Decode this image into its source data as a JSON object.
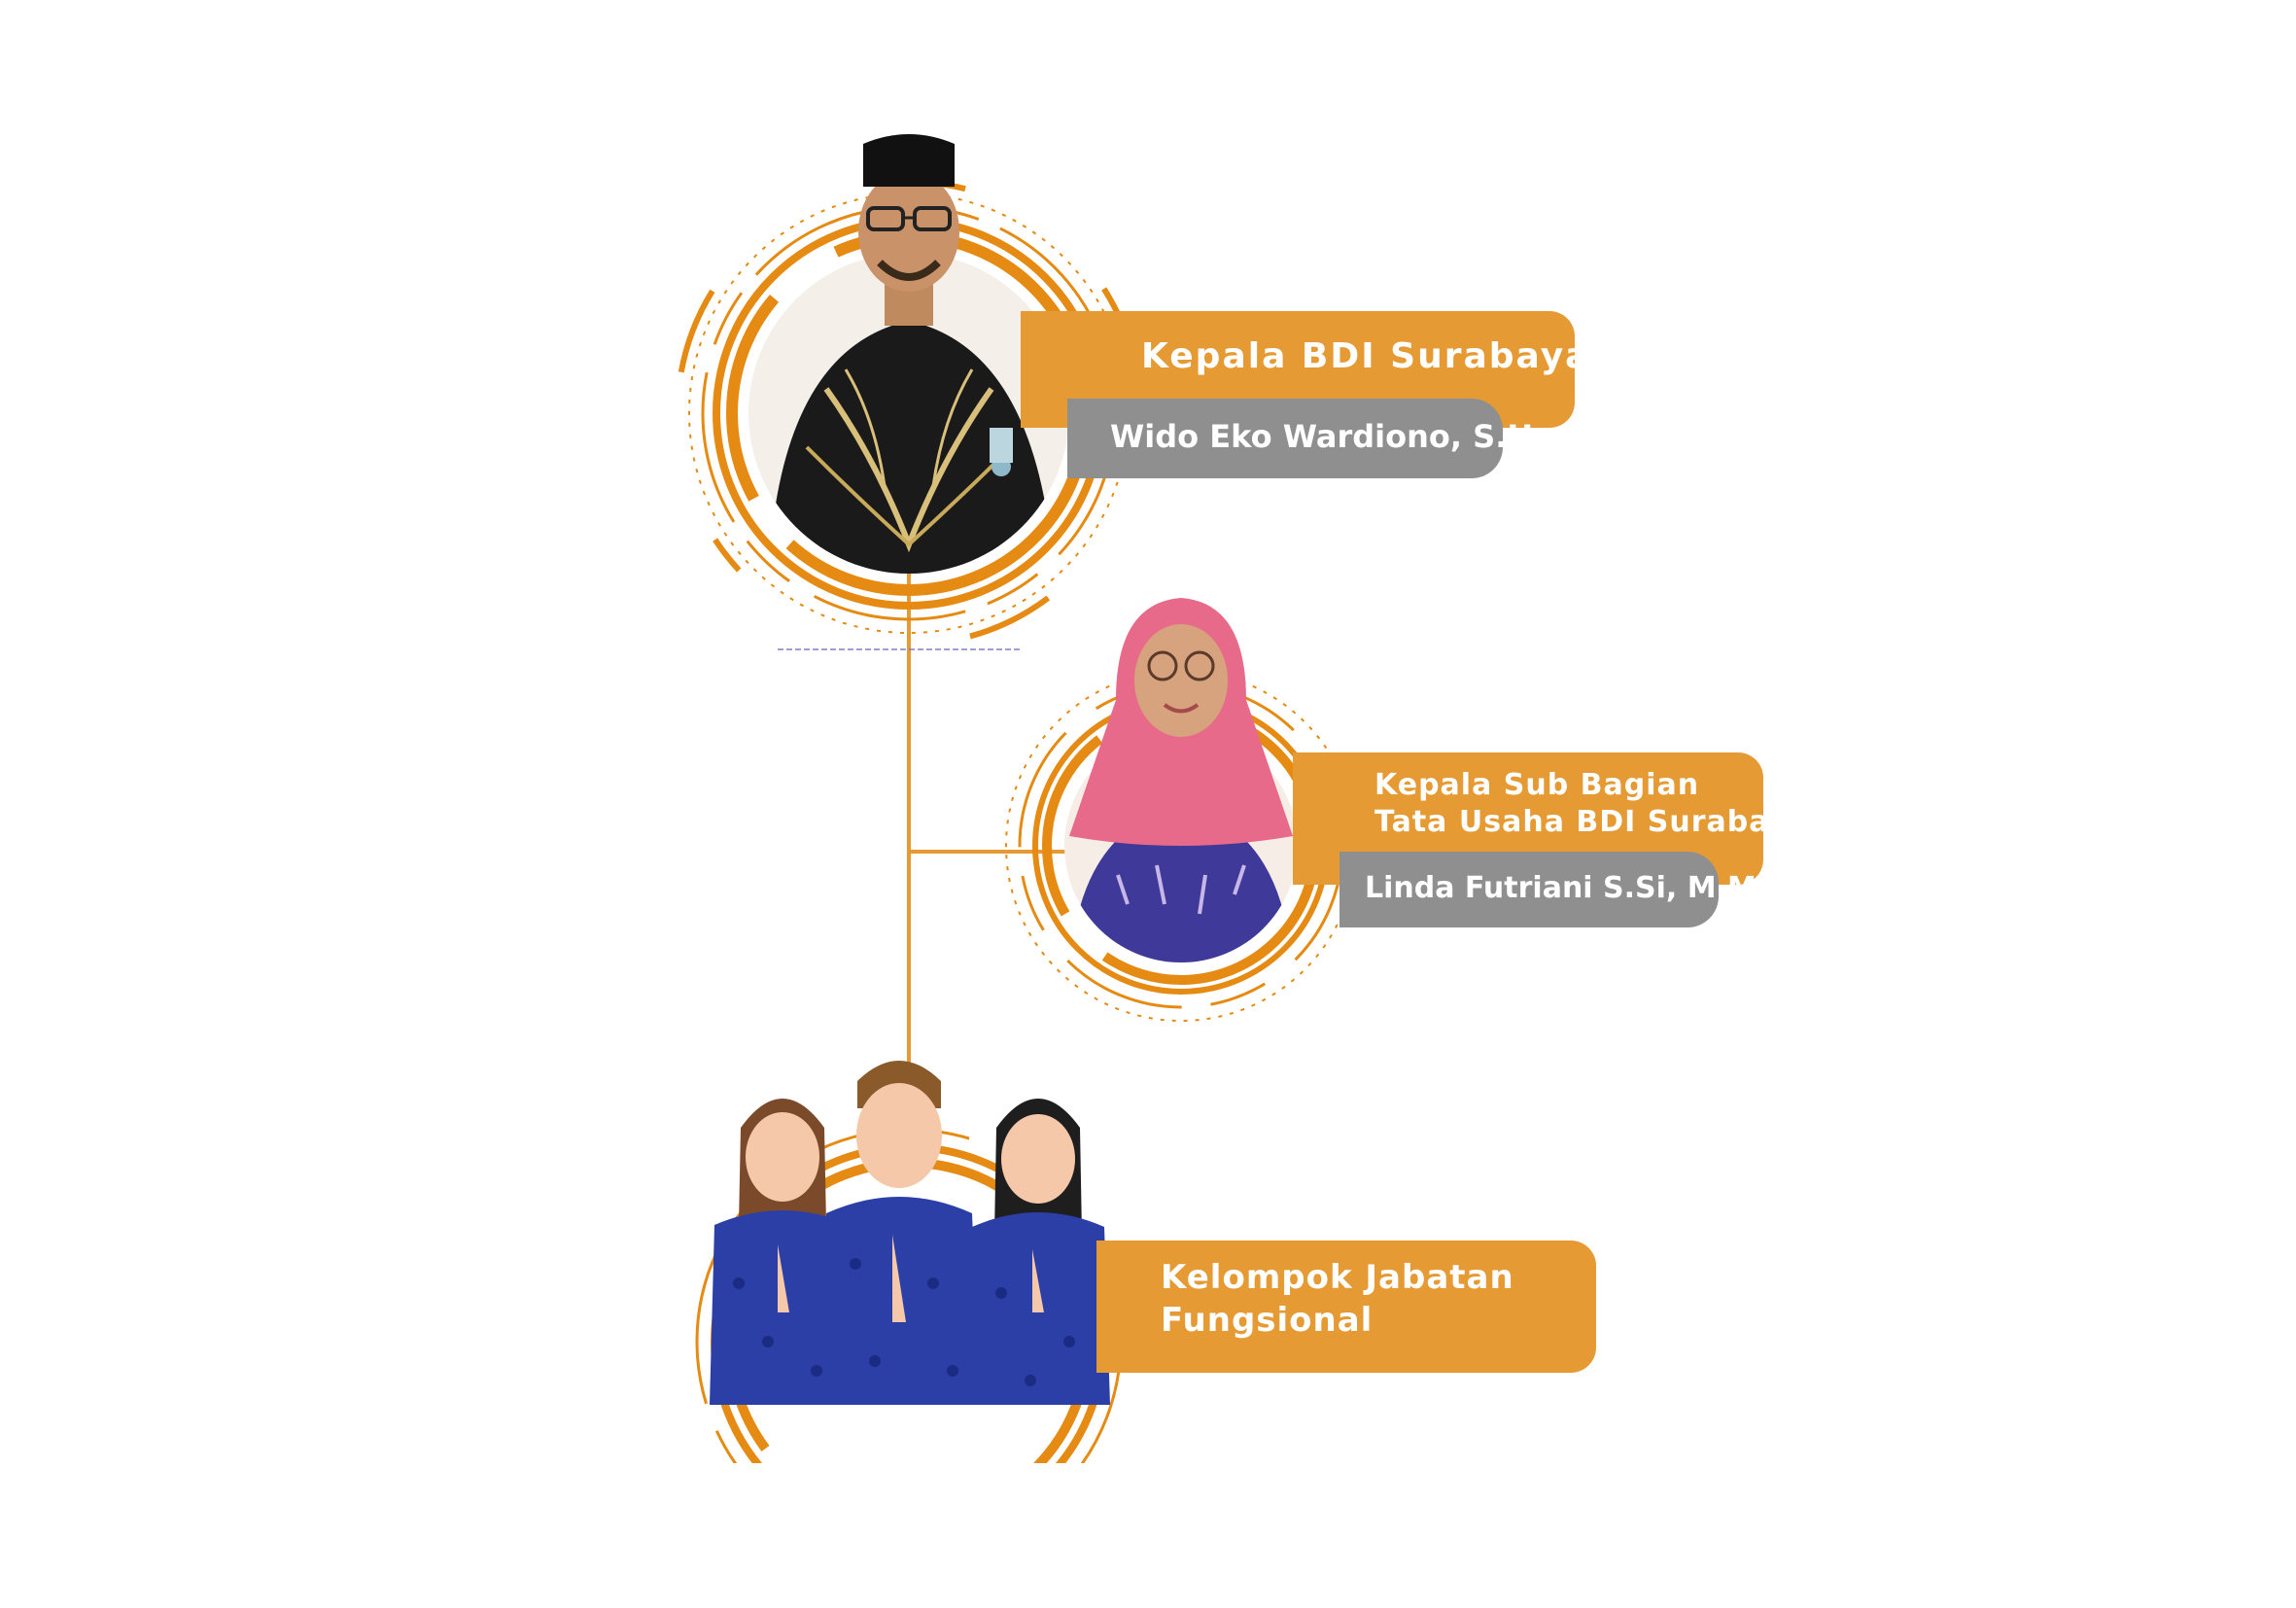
{
  "colors": {
    "accent_orange": "#e59a34",
    "ring_orange": "#e58a12",
    "label_gray": "#8f8f8f",
    "label_text": "#ffffff",
    "uniform_blue": "#2b3fa6"
  },
  "nodes": {
    "head": {
      "title": "Kepala BDI Surabaya",
      "name": "Wido Eko Wardiono, S.H."
    },
    "sub": {
      "title_line1": "Kepala Sub Bagian",
      "title_line2": "Tata Usaha BDI Surabaya",
      "name": "Linda Futriani S.Si, M.M"
    },
    "group": {
      "title_line1": "Kelompok Jabatan",
      "title_line2": "Fungsional"
    }
  }
}
